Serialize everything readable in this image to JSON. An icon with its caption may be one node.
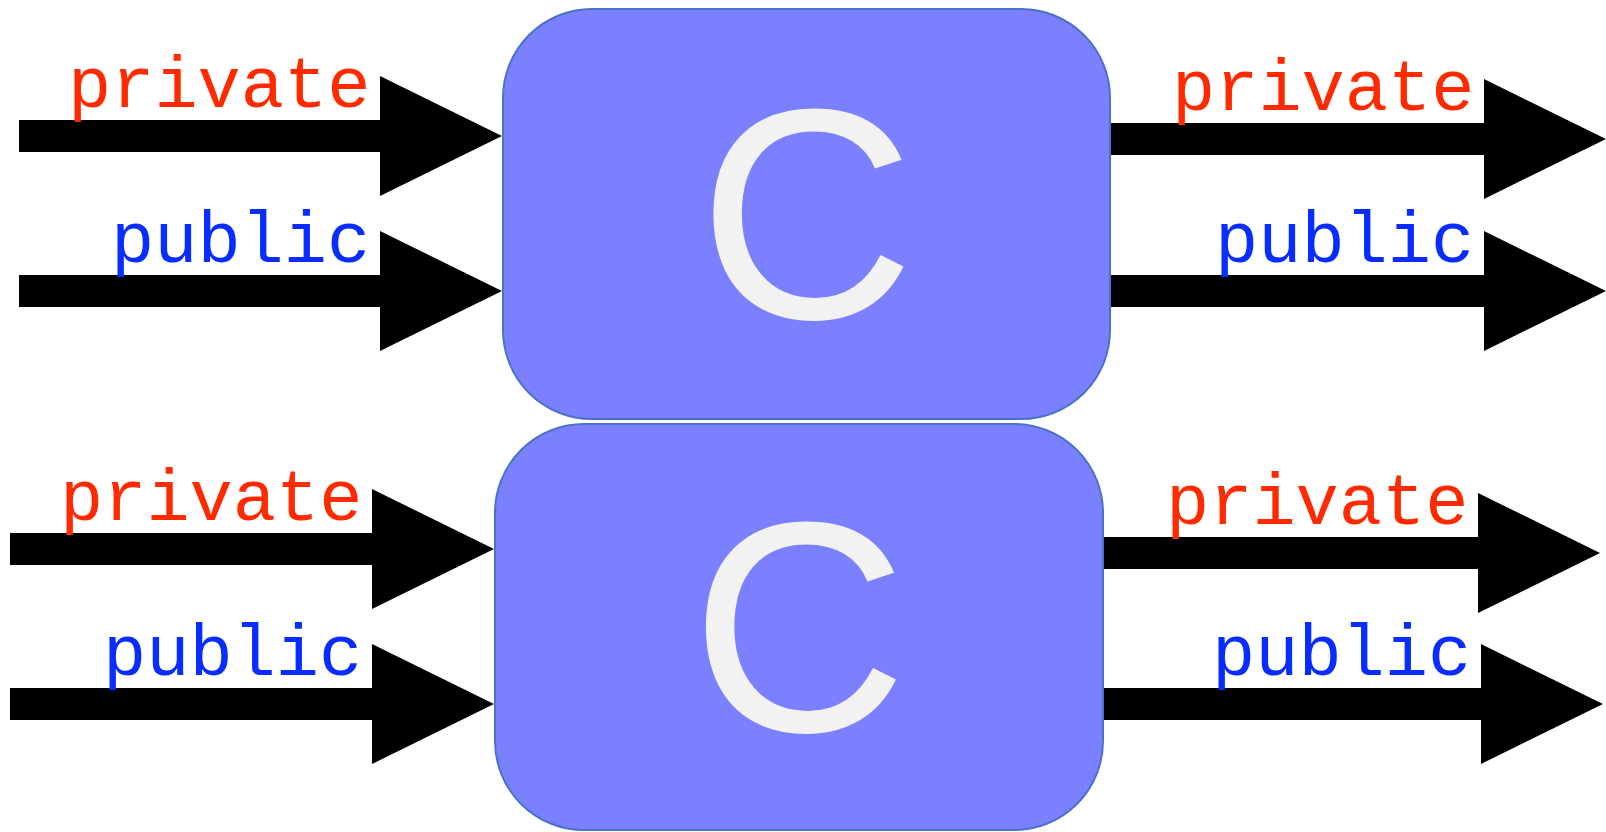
{
  "diagram": {
    "nodes": [
      {
        "text": [
          "C"
        ]
      },
      {
        "text": [
          "C"
        ]
      }
    ],
    "edges": [
      {
        "from": null,
        "to": 0,
        "arrow": "to",
        "label": "private"
      },
      {
        "from": null,
        "to": 0,
        "arrow": "to",
        "label": "public"
      },
      {
        "from": 0,
        "to": null,
        "arrow": "to",
        "label": "private"
      },
      {
        "from": 0,
        "to": null,
        "arrow": "to",
        "label": "public"
      },
      {
        "from": null,
        "to": 1,
        "arrow": "to",
        "label": "private"
      },
      {
        "from": null,
        "to": 1,
        "arrow": "to",
        "label": "public"
      },
      {
        "from": 1,
        "to": null,
        "arrow": "to",
        "label": "private"
      },
      {
        "from": 1,
        "to": null,
        "arrow": "to",
        "label": "public"
      }
    ]
  }
}
